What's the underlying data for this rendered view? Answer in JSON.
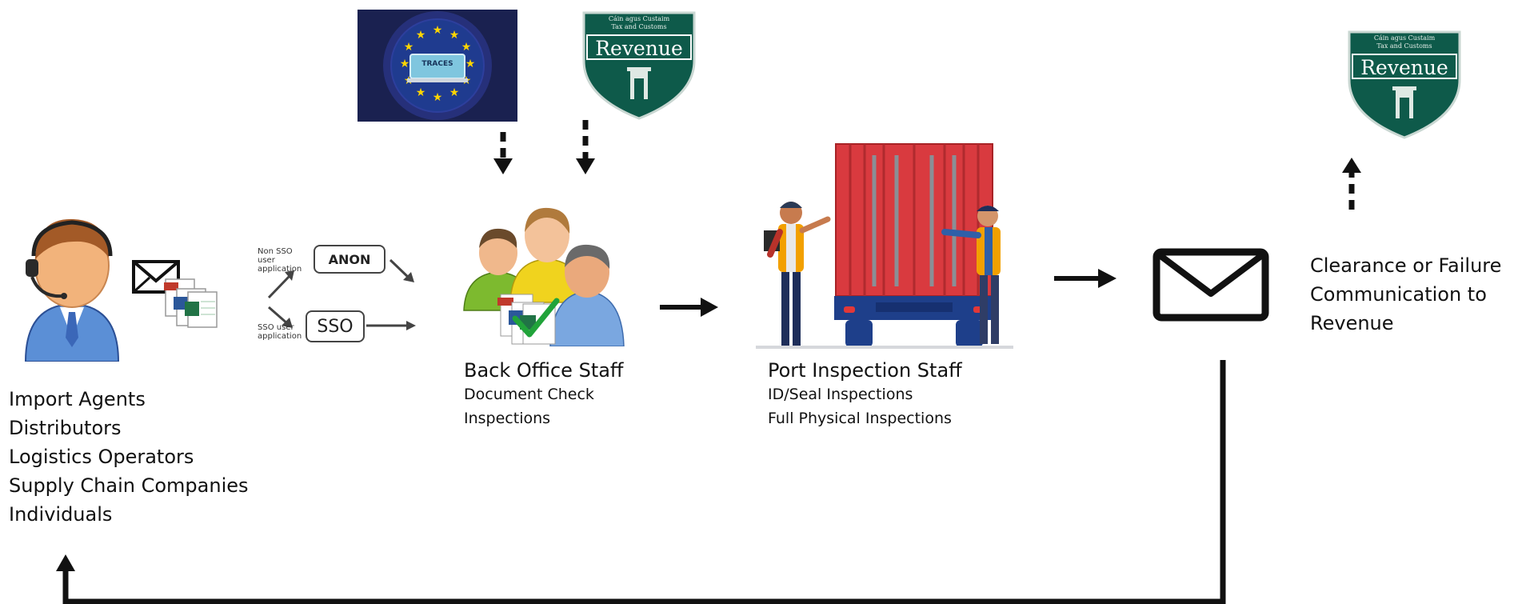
{
  "traces": {
    "label": "TRACES"
  },
  "revenue_logo": {
    "line1": "Cáin agus Custaim",
    "line2": "Tax and Customs",
    "name": "Revenue"
  },
  "applications": {
    "non_sso_label": "Non SSO user application",
    "anon_box": "ANON",
    "sso_label": "SSO user application",
    "sso_box": "SSO"
  },
  "actors": {
    "lines": [
      "Import Agents",
      "Distributors",
      "Logistics Operators",
      "Supply Chain Companies",
      "Individuals"
    ]
  },
  "back_office": {
    "title": "Back Office Staff",
    "lines": [
      "Document Check",
      "Inspections"
    ]
  },
  "port_inspection": {
    "title": "Port Inspection Staff",
    "lines": [
      "ID/Seal Inspections",
      "Full Physical Inspections"
    ]
  },
  "clearance": {
    "lines": [
      "Clearance or Failure",
      "Communication to",
      "Revenue"
    ]
  },
  "colors": {
    "eu_blue": "#1f3b8f",
    "eu_dark": "#1a2150",
    "star_yellow": "#ffd500",
    "revenue_green": "#0e5a4a",
    "container_red": "#d93a3f",
    "truck_blue": "#1e3f8a",
    "arrow_black": "#111111"
  }
}
